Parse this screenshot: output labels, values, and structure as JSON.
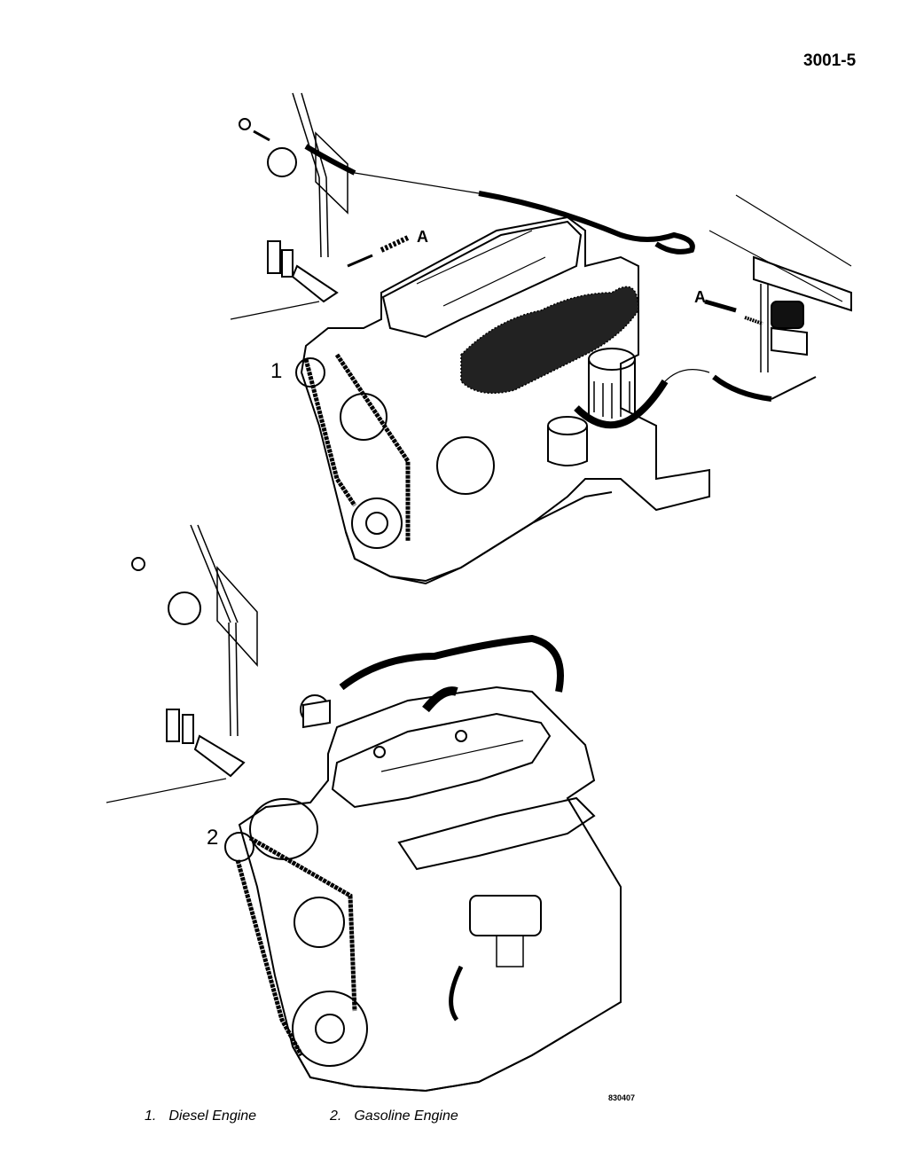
{
  "page_number": "3001-5",
  "figure": {
    "label_1": "1",
    "label_2": "2",
    "callout_a_1": "A",
    "callout_a_2": "A",
    "reference_code": "830407"
  },
  "captions": [
    {
      "number": "1.",
      "text": "Diesel Engine"
    },
    {
      "number": "2.",
      "text": "Gasoline Engine"
    }
  ]
}
